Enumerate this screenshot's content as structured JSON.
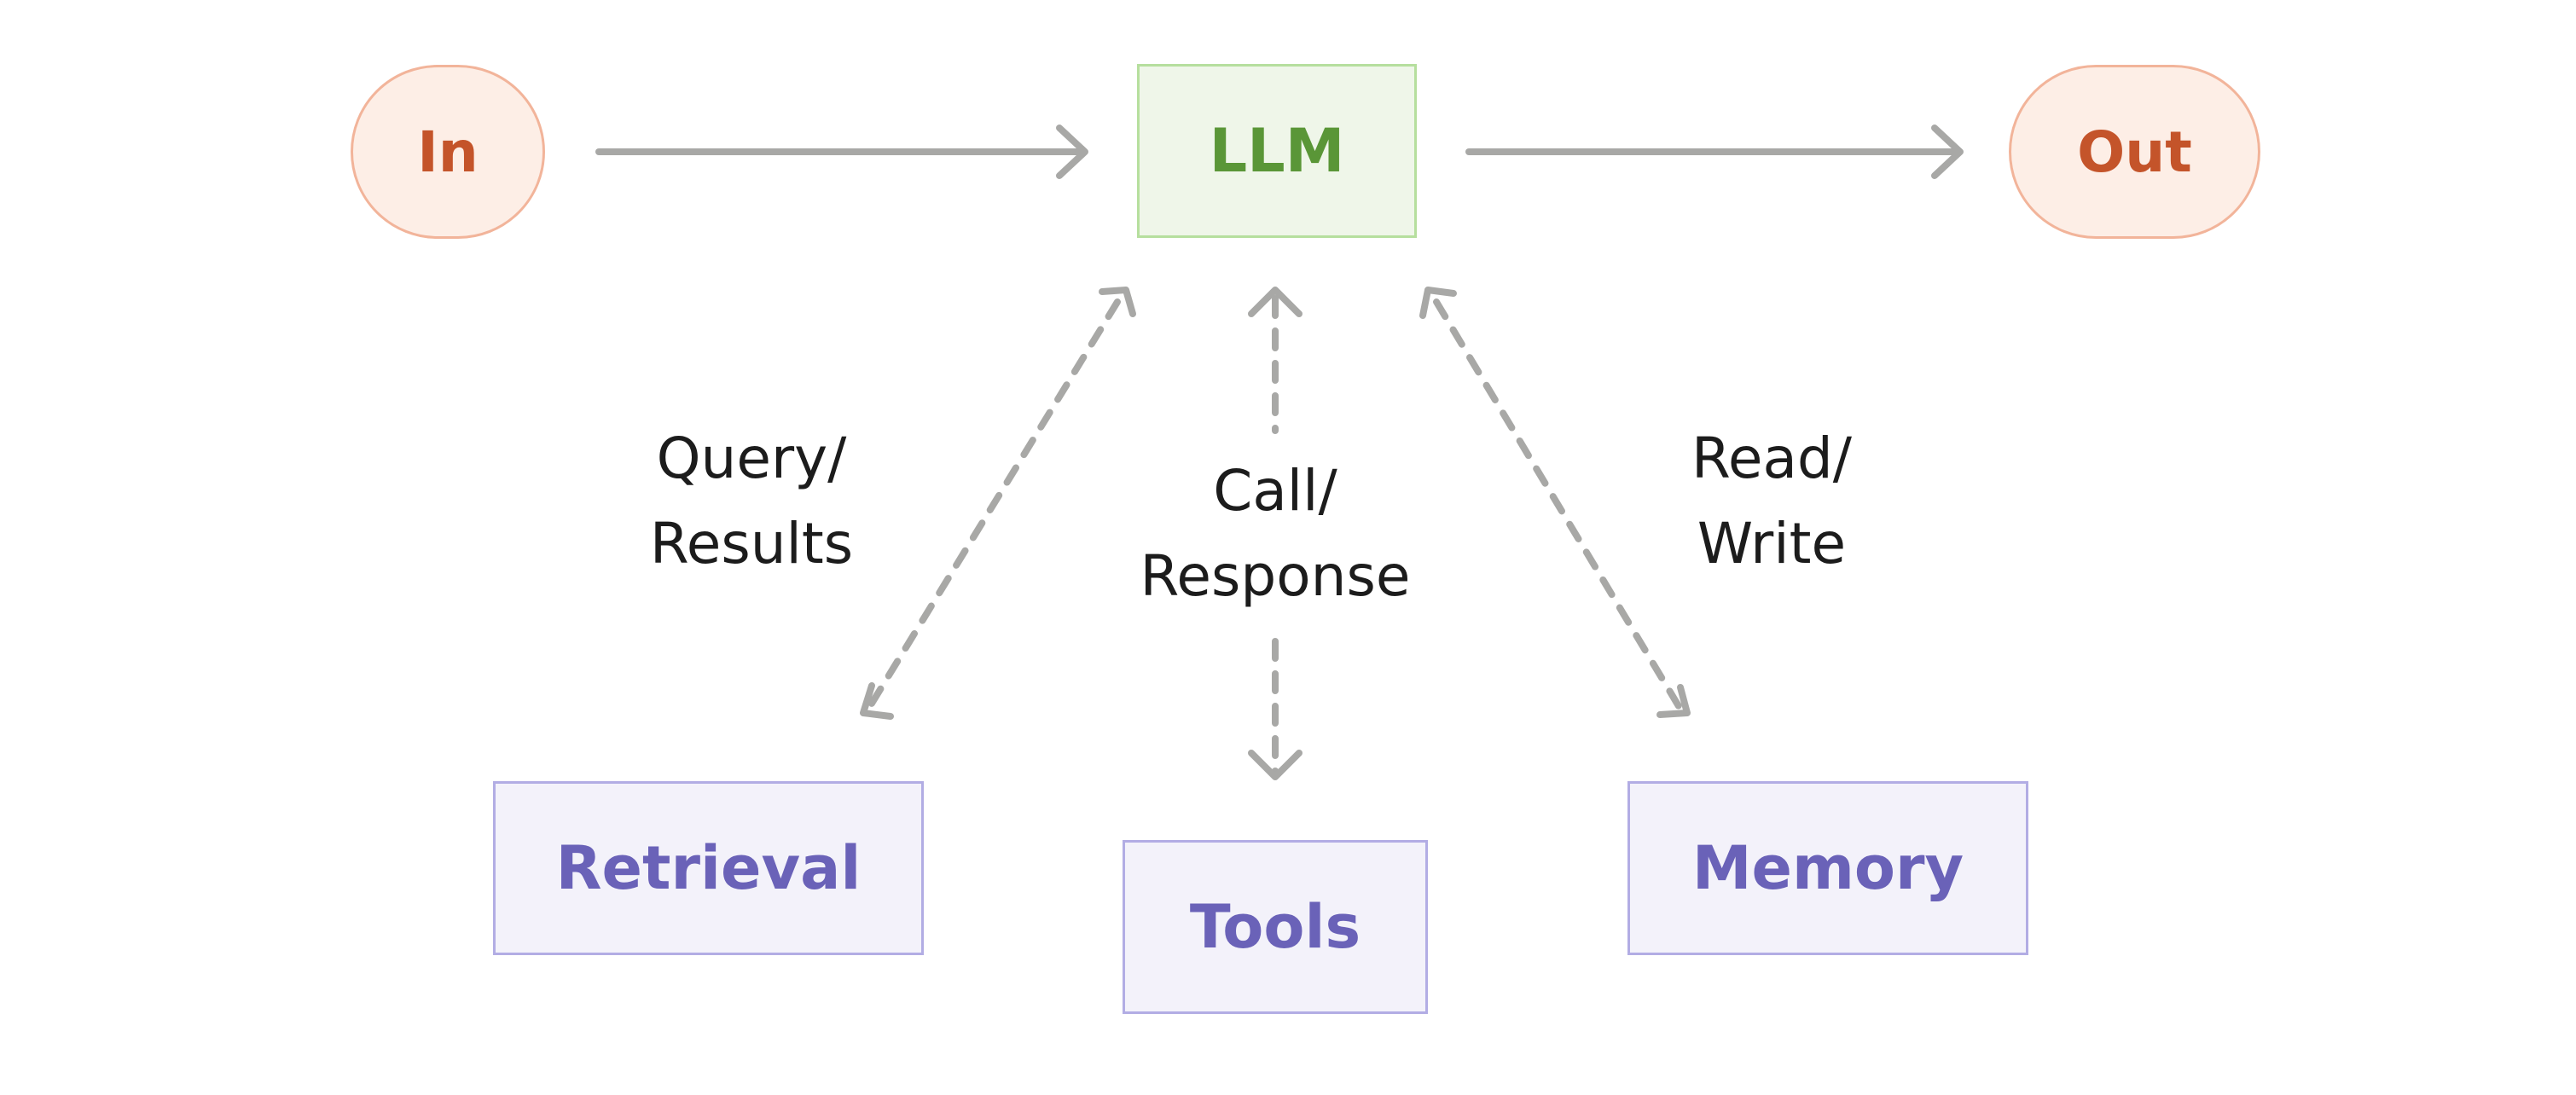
{
  "nodes": {
    "input": "In",
    "llm": "LLM",
    "output": "Out",
    "retrieval": "Retrieval",
    "tools": "Tools",
    "memory": "Memory"
  },
  "edges": {
    "retrieval": {
      "line1": "Query/",
      "line2": "Results"
    },
    "tools": {
      "line1": "Call/",
      "line2": "Response"
    },
    "memory": {
      "line1": "Read/",
      "line2": "Write"
    }
  },
  "colors": {
    "arrow": "#a8a8a6",
    "input_output_fill": "#fdeee6",
    "input_output_border": "#f2b49a",
    "input_output_text": "#c4542a",
    "llm_fill": "#eff6e9",
    "llm_border": "#b6df9e",
    "llm_text": "#5a9637",
    "component_fill": "#f3f2fa",
    "component_border": "#b2ade4",
    "component_text": "#6a62b8"
  }
}
